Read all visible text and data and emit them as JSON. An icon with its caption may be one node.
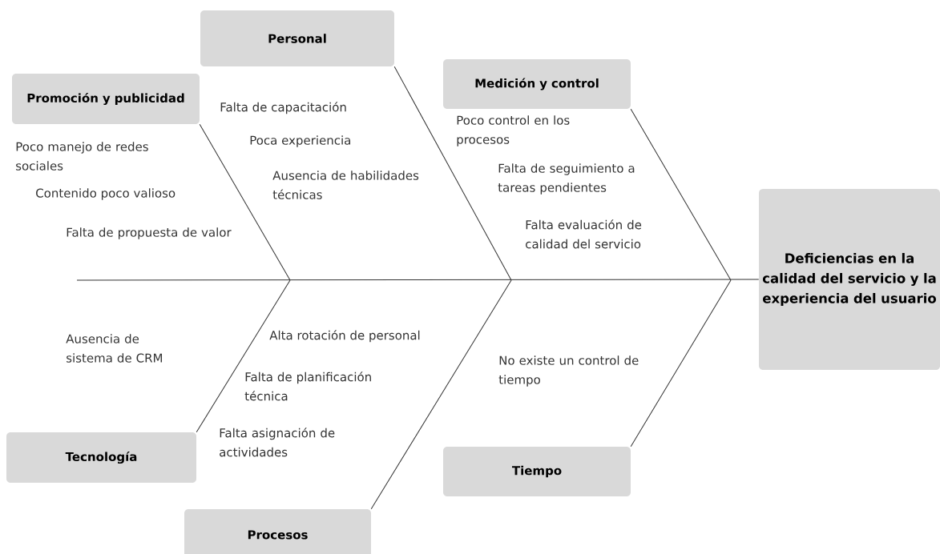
{
  "diagram": {
    "nodes": [
      {
        "text": [
          "Promoción y publicidad"
        ]
      },
      {
        "text": [
          "Personal"
        ]
      },
      {
        "text": [
          "Medición y control"
        ]
      },
      {
        "text": [
          "Deficiencias en la calidad del servicio y la experiencia del usuario"
        ]
      },
      {
        "text": [
          "Tecnología"
        ]
      },
      {
        "text": [
          "Procesos"
        ]
      },
      {
        "text": [
          "Tiempo"
        ]
      }
    ],
    "edges": [
      {
        "from": 0,
        "to": null,
        "arrow": "none"
      },
      {
        "from": 1,
        "to": null,
        "arrow": "none"
      },
      {
        "from": 2,
        "to": null,
        "arrow": "none"
      },
      {
        "from": 4,
        "to": null,
        "arrow": "none"
      },
      {
        "from": 5,
        "to": null,
        "arrow": "none"
      },
      {
        "from": 6,
        "to": null,
        "arrow": "none"
      },
      {
        "from": null,
        "to": 3,
        "arrow": "none"
      }
    ],
    "labels": [
      "Poco manejo de redes sociales",
      "Contenido poco valioso",
      "Falta de propuesta de valor",
      "Falta de capacitación",
      "Poca experiencia",
      "Ausencia de habilidades técnicas",
      "Poco control en los procesos",
      "Falta de seguimiento a tareas pendientes",
      "Falta evaluación de calidad del servicio",
      "Ausencia de sistema de CRM",
      "Alta rotación de personal",
      "Falta de planificación técnica",
      "Falta asignación de actividades",
      "No existe un control de tiempo"
    ]
  }
}
